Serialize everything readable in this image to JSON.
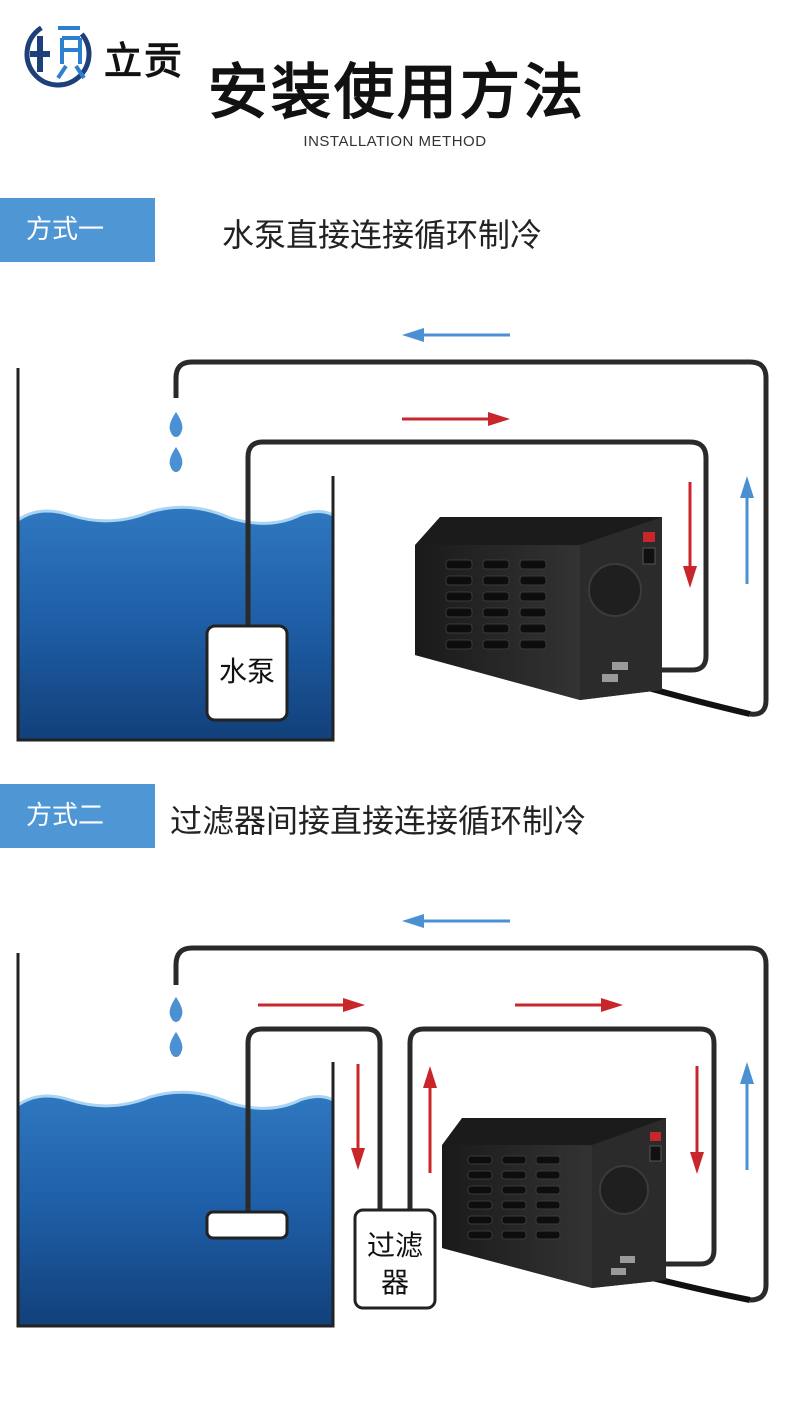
{
  "header": {
    "brand": "立贡",
    "title": "安装使用方法",
    "subtitle": "INSTALLATION METHOD"
  },
  "method1": {
    "tag": "方式一",
    "heading": "水泵直接连接循环制冷",
    "pump_label": "水泵"
  },
  "method2": {
    "tag": "方式二",
    "heading": "过滤器间接直接连接循环制冷",
    "filter_label_line1": "过滤",
    "filter_label_line2": "器"
  },
  "colors": {
    "tag_bg": "#4f97d4",
    "arrow_red": "#c8262a",
    "arrow_blue": "#4a90d2",
    "pipe": "#2a2a2a",
    "water": "#1f5d9e"
  }
}
